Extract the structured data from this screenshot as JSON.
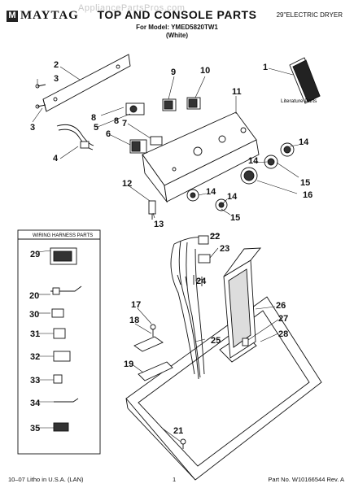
{
  "header": {
    "brand": "MAYTAG",
    "brand_mark": "M",
    "watermark": "AppliancePartsPros.com",
    "title": "TOP AND CONSOLE PARTS",
    "model_line": "For Model: YMED5820TW1",
    "color_line": "(White)",
    "product": "29\"ELECTRIC DRYER"
  },
  "literature_label": "Literature Parts",
  "wiring_panel_label": "WIRING HARNESS PARTS",
  "callouts": [
    "1",
    "2",
    "3",
    "3",
    "4",
    "5",
    "6",
    "7",
    "8",
    "8",
    "9",
    "10",
    "11",
    "12",
    "13",
    "14",
    "14",
    "14",
    "14",
    "15",
    "15",
    "16",
    "17",
    "18",
    "19",
    "20",
    "21",
    "22",
    "23",
    "24",
    "25",
    "26",
    "27",
    "28",
    "29",
    "30",
    "31",
    "32",
    "33",
    "34",
    "35"
  ],
  "footer": {
    "left": "10–07 Litho in U.S.A. (LAN)",
    "page": "1",
    "right": "Part No. W10166544 Rev. A"
  },
  "icons": [
    "maytag-logo-icon",
    "literature-booklet-icon",
    "wire-harness-icon",
    "control-knob-icon"
  ]
}
